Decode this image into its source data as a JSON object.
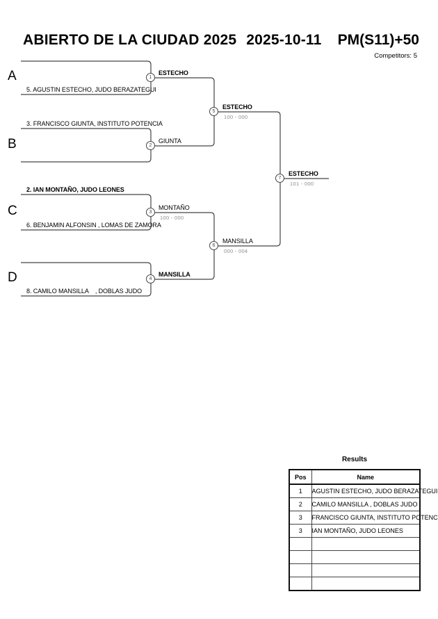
{
  "header": {
    "title": "ABIERTO DE LA CIUDAD 2025",
    "date": "2025-10-11",
    "category": "PM(S11)+50",
    "competitors_label": "Competitors: 5"
  },
  "bracket": {
    "sections": [
      {
        "letter": "A"
      },
      {
        "letter": "B"
      },
      {
        "letter": "C"
      },
      {
        "letter": "D"
      }
    ],
    "slots": [
      {
        "name": "5. AGUSTIN ESTECHO, JUDO BERAZATEGUI",
        "winner": false
      },
      {
        "name": "3. FRANCISCO GIUNTA, INSTITUTO POTENCIA",
        "winner": false
      },
      {
        "name": "2. IAN MONTAÑO, JUDO LEONES",
        "winner": true
      },
      {
        "name": "6. BENJAMIN ALFONSIN , LOMAS DE ZAMORA",
        "winner": false
      },
      {
        "name": "8. CAMILO MANSILLA    , DOBLAS JUDO",
        "winner": false
      }
    ],
    "matches": [
      {
        "number": "1",
        "winner": "ESTECHO",
        "score": "",
        "winner_bold": true
      },
      {
        "number": "2",
        "winner": "GIUNTA",
        "score": "",
        "winner_bold": false
      },
      {
        "number": "3",
        "winner": "MONTAÑO",
        "score": "100 - 000",
        "winner_bold": false
      },
      {
        "number": "4",
        "winner": "MANSILLA",
        "score": "",
        "winner_bold": true
      },
      {
        "number": "5",
        "winner": "ESTECHO",
        "score": "100 - 000",
        "winner_bold": true
      },
      {
        "number": "6",
        "winner": "MANSILLA",
        "score": "000 - 004",
        "winner_bold": false
      },
      {
        "number": "7",
        "winner": "ESTECHO",
        "score": "101 - 000",
        "winner_bold": true
      }
    ]
  },
  "results": {
    "title": "Results",
    "columns": {
      "pos": "Pos",
      "name": "Name"
    },
    "rows": [
      {
        "pos": "1",
        "name": "AGUSTIN ESTECHO, JUDO BERAZATEGUI"
      },
      {
        "pos": "2",
        "name": "CAMILO MANSILLA , DOBLAS JUDO"
      },
      {
        "pos": "3",
        "name": "FRANCISCO GIUNTA, INSTITUTO POTENCIA"
      },
      {
        "pos": "3",
        "name": "IAN MONTAÑO, JUDO LEONES"
      }
    ]
  }
}
